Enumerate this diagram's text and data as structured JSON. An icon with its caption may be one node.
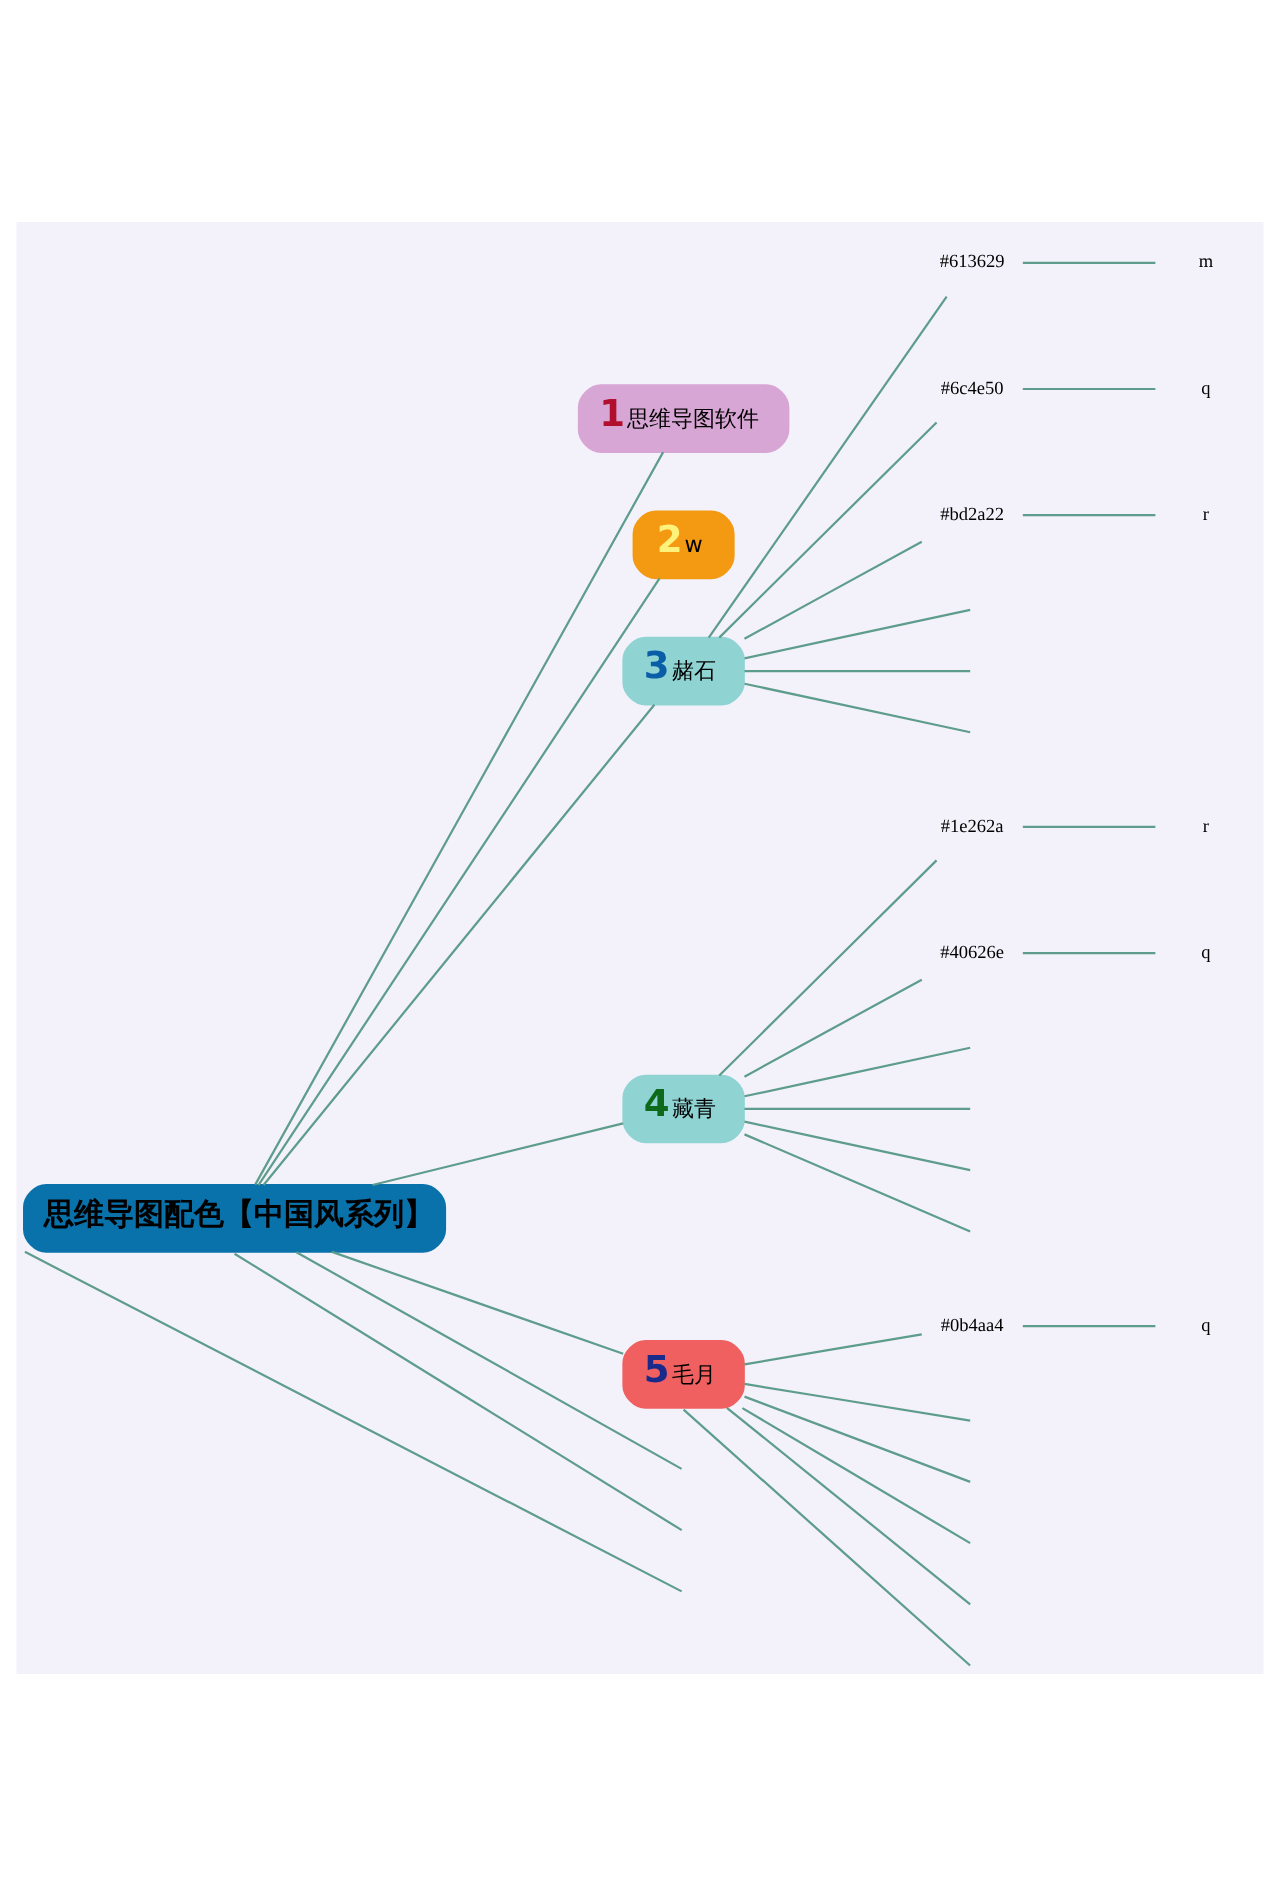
{
  "diagram": {
    "nodes": [
      {
        "text": [
          "思维导图配色【中国风系列】"
        ]
      },
      {
        "text": [
          "1",
          "思维导图软件"
        ]
      },
      {
        "text": [
          "2",
          "w"
        ]
      },
      {
        "text": [
          "3",
          "赭石"
        ]
      },
      {
        "text": [
          "#613629"
        ]
      },
      {
        "text": [
          "m"
        ]
      },
      {
        "text": [
          "#6c4e50"
        ]
      },
      {
        "text": [
          "q"
        ]
      },
      {
        "text": [
          "#bd2a22"
        ]
      },
      {
        "text": [
          "r"
        ]
      },
      {
        "text": [
          "4",
          "藏青"
        ]
      },
      {
        "text": [
          "#1e262a"
        ]
      },
      {
        "text": [
          "r"
        ]
      },
      {
        "text": [
          "#40626e"
        ]
      },
      {
        "text": [
          "q"
        ]
      },
      {
        "text": [
          "5",
          "毛月"
        ]
      },
      {
        "text": [
          "#0b4aa4"
        ]
      },
      {
        "text": [
          "q"
        ]
      }
    ],
    "edges": [
      {
        "from": 0,
        "to": 1,
        "arrow": "none"
      },
      {
        "from": 0,
        "to": 2,
        "arrow": "none"
      },
      {
        "from": 0,
        "to": 3,
        "arrow": "none"
      },
      {
        "from": 3,
        "to": 4,
        "arrow": "none"
      },
      {
        "from": 4,
        "to": 5,
        "arrow": "none"
      },
      {
        "from": 3,
        "to": 6,
        "arrow": "none"
      },
      {
        "from": 6,
        "to": 7,
        "arrow": "none"
      },
      {
        "from": 3,
        "to": 8,
        "arrow": "none"
      },
      {
        "from": 8,
        "to": 9,
        "arrow": "none"
      },
      {
        "from": 3,
        "to": null,
        "arrow": "none"
      },
      {
        "from": 3,
        "to": null,
        "arrow": "none"
      },
      {
        "from": 3,
        "to": null,
        "arrow": "none"
      },
      {
        "from": 0,
        "to": 10,
        "arrow": "none"
      },
      {
        "from": 10,
        "to": 11,
        "arrow": "none"
      },
      {
        "from": 11,
        "to": 12,
        "arrow": "none"
      },
      {
        "from": 10,
        "to": 13,
        "arrow": "none"
      },
      {
        "from": 13,
        "to": 14,
        "arrow": "none"
      },
      {
        "from": 10,
        "to": null,
        "arrow": "none"
      },
      {
        "from": 10,
        "to": null,
        "arrow": "none"
      },
      {
        "from": 10,
        "to": null,
        "arrow": "none"
      },
      {
        "from": 10,
        "to": null,
        "arrow": "none"
      },
      {
        "from": 0,
        "to": 15,
        "arrow": "none"
      },
      {
        "from": 15,
        "to": 16,
        "arrow": "none"
      },
      {
        "from": 16,
        "to": 17,
        "arrow": "none"
      },
      {
        "from": 15,
        "to": null,
        "arrow": "none"
      },
      {
        "from": 15,
        "to": null,
        "arrow": "none"
      },
      {
        "from": 15,
        "to": null,
        "arrow": "none"
      },
      {
        "from": 15,
        "to": null,
        "arrow": "none"
      },
      {
        "from": 15,
        "to": null,
        "arrow": "none"
      },
      {
        "from": 0,
        "to": null,
        "arrow": "none"
      },
      {
        "from": 0,
        "to": null,
        "arrow": "none"
      },
      {
        "from": 0,
        "to": null,
        "arrow": "none"
      }
    ]
  }
}
